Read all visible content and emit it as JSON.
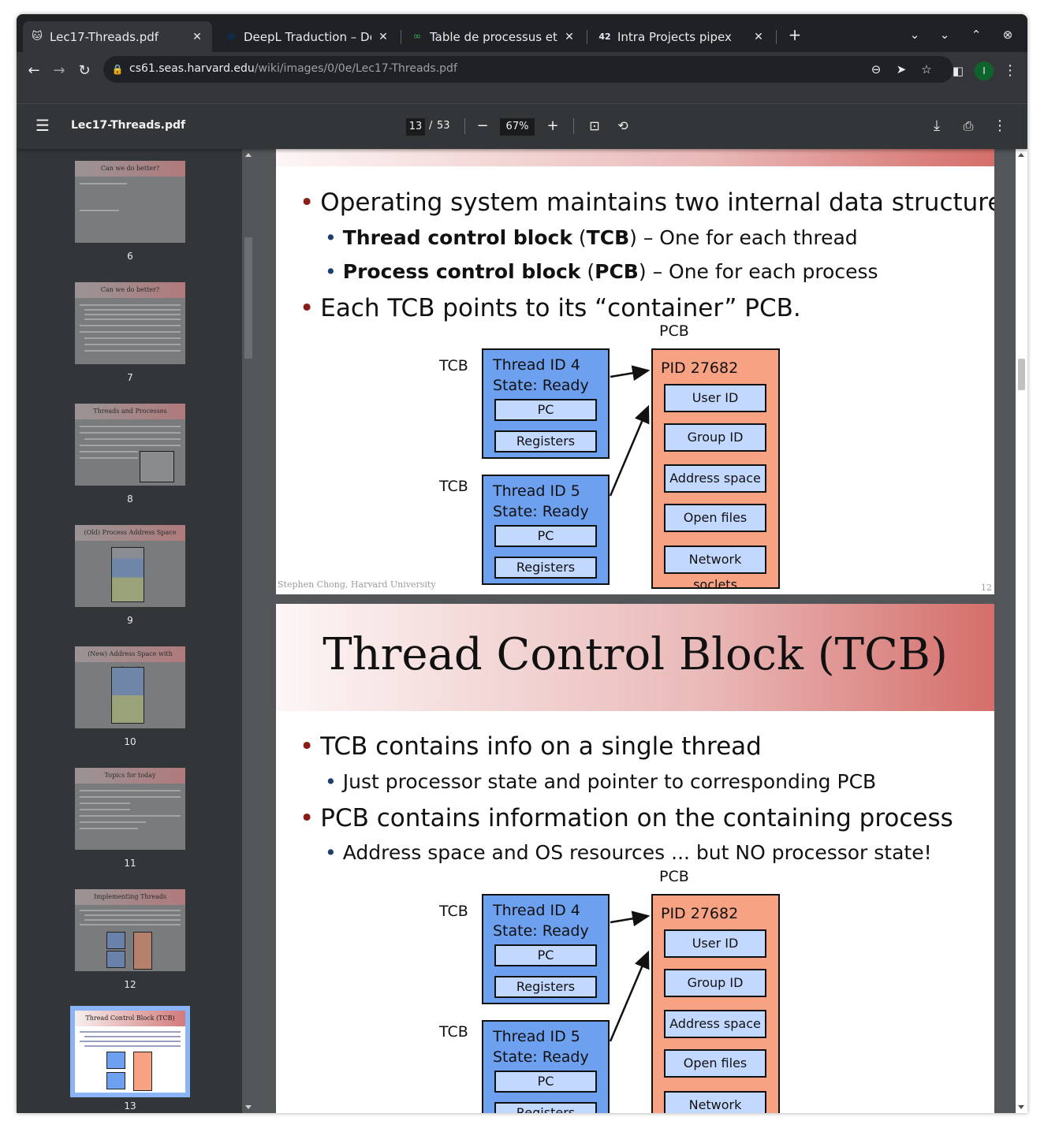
{
  "browser": {
    "tabs": [
      {
        "title": "Lec17-Threads.pdf",
        "icon": "hello-kitty-icon",
        "active": true
      },
      {
        "title": "DeepL Traduction – DeepL",
        "icon": "deepl-icon",
        "active": false
      },
      {
        "title": "Table de processus et bloc",
        "icon": "link-icon",
        "active": false
      },
      {
        "title": "Intra Projects pipex",
        "icon": "42-icon",
        "active": false
      }
    ],
    "new_tab_label": "+",
    "url_host": "cs61.seas.harvard.edu",
    "url_path": "/wiki/images/0/0e/Lec17-Threads.pdf",
    "profile_initial": "I"
  },
  "pdf_toolbar": {
    "title": "Lec17-Threads.pdf",
    "current_page": "13",
    "page_separator": "/",
    "total_pages": "53",
    "zoom": "67%"
  },
  "thumbnails": [
    {
      "num": "6",
      "title": "Can we do better?",
      "selected": false
    },
    {
      "num": "7",
      "title": "Can we do better?",
      "selected": false
    },
    {
      "num": "8",
      "title": "Threads and Processes",
      "selected": false
    },
    {
      "num": "9",
      "title": "(Old) Process Address Space",
      "selected": false
    },
    {
      "num": "10",
      "title": "(New) Address Space with Threads",
      "selected": false
    },
    {
      "num": "11",
      "title": "Topics for today",
      "selected": false
    },
    {
      "num": "12",
      "title": "Implementing Threads",
      "selected": false
    },
    {
      "num": "13",
      "title": "Thread Control Block (TCB)",
      "selected": true
    }
  ],
  "slide12": {
    "bullet1": "Operating system maintains two internal data structures:",
    "sub1_bold": "Thread control block",
    "sub1_abbr": "TCB",
    "sub1_rest": " – One for each thread",
    "sub2_bold": "Process control block",
    "sub2_abbr": "PCB",
    "sub2_rest": " – One for each process",
    "bullet2": "Each TCB points to its “container” PCB.",
    "footer_left": "Stephen Chong, Harvard University",
    "footer_right": "12"
  },
  "slide13": {
    "title": "Thread Control Block (TCB)",
    "bullet1": "TCB contains info on a single thread",
    "sub1": "Just processor state and pointer to corresponding PCB",
    "bullet2": "PCB contains information on the containing process",
    "sub2": "Address space and OS resources ... but NO processor state!"
  },
  "diagram": {
    "pcb_label": "PCB",
    "tcb_label": "TCB",
    "tcb1_line1": "Thread ID 4",
    "tcb1_line2": "State: Ready",
    "tcb2_line1": "Thread ID 5",
    "tcb2_line2": "State: Ready",
    "tcb_field_pc": "PC",
    "tcb_field_regs": "Registers",
    "pid": "PID 27682",
    "pcb_fields": [
      "User ID",
      "Group ID",
      "Address space",
      "Open files",
      "Network soclets"
    ]
  }
}
